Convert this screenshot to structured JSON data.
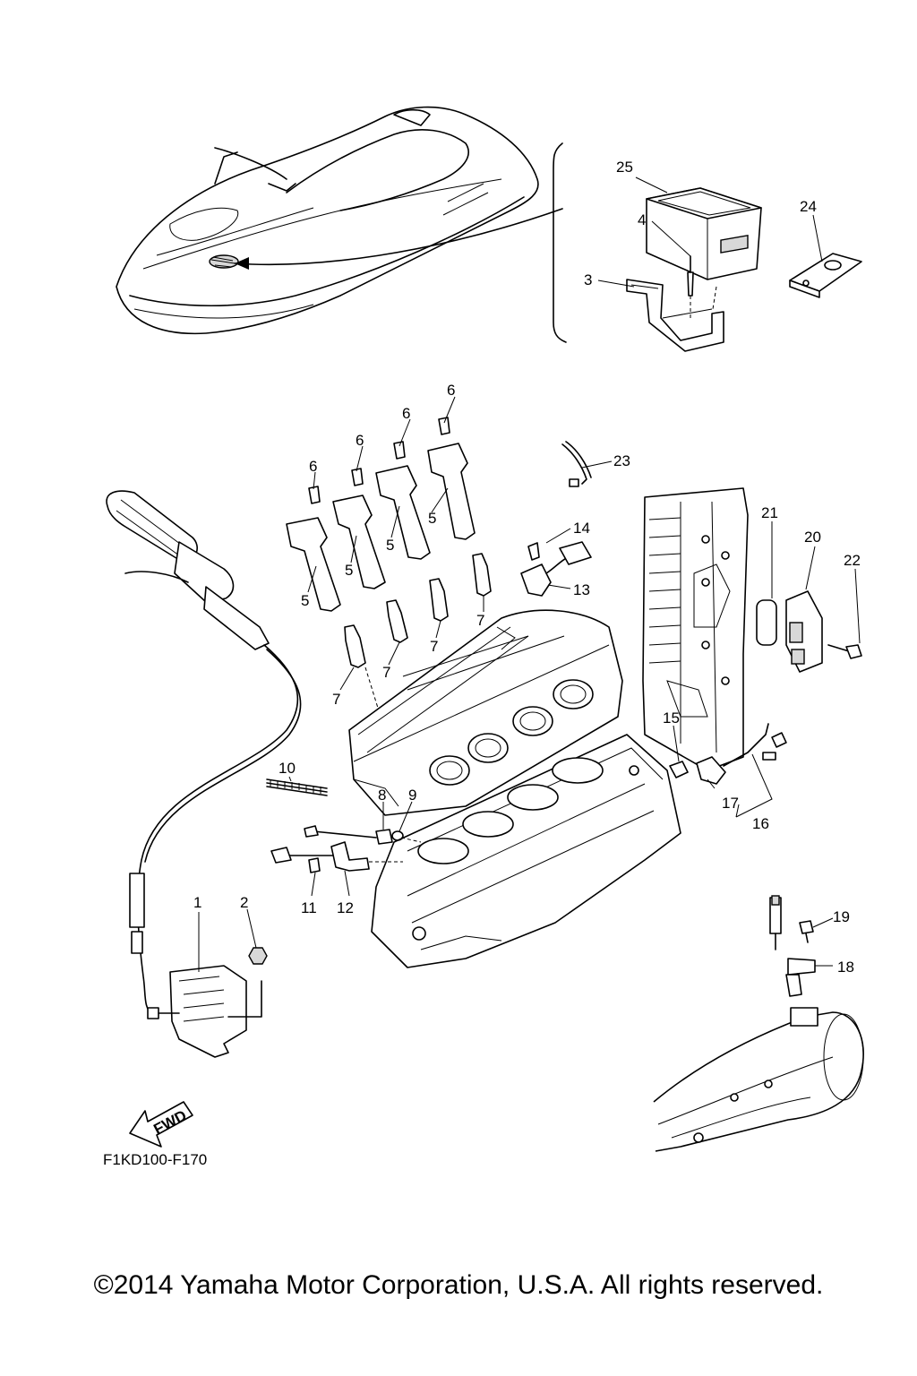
{
  "callouts": [
    {
      "id": "c1",
      "text": "1"
    },
    {
      "id": "c2",
      "text": "2"
    },
    {
      "id": "c3",
      "text": "3"
    },
    {
      "id": "c4",
      "text": "4"
    },
    {
      "id": "c5a",
      "text": "5"
    },
    {
      "id": "c5b",
      "text": "5"
    },
    {
      "id": "c5c",
      "text": "5"
    },
    {
      "id": "c5d",
      "text": "5"
    },
    {
      "id": "c6a",
      "text": "6"
    },
    {
      "id": "c6b",
      "text": "6"
    },
    {
      "id": "c6c",
      "text": "6"
    },
    {
      "id": "c6d",
      "text": "6"
    },
    {
      "id": "c7a",
      "text": "7"
    },
    {
      "id": "c7b",
      "text": "7"
    },
    {
      "id": "c7c",
      "text": "7"
    },
    {
      "id": "c7d",
      "text": "7"
    },
    {
      "id": "c8",
      "text": "8"
    },
    {
      "id": "c9",
      "text": "9"
    },
    {
      "id": "c10",
      "text": "10"
    },
    {
      "id": "c11",
      "text": "11"
    },
    {
      "id": "c12",
      "text": "12"
    },
    {
      "id": "c13",
      "text": "13"
    },
    {
      "id": "c14",
      "text": "14"
    },
    {
      "id": "c15",
      "text": "15"
    },
    {
      "id": "c16",
      "text": "16"
    },
    {
      "id": "c17",
      "text": "17"
    },
    {
      "id": "c18",
      "text": "18"
    },
    {
      "id": "c19",
      "text": "19"
    },
    {
      "id": "c20",
      "text": "20"
    },
    {
      "id": "c21",
      "text": "21"
    },
    {
      "id": "c22",
      "text": "22"
    },
    {
      "id": "c23",
      "text": "23"
    },
    {
      "id": "c24",
      "text": "24"
    },
    {
      "id": "c25",
      "text": "25"
    }
  ],
  "fwd_label": "FWD",
  "diagram_code": "F1KD100-F170",
  "copyright": "©2014 Yamaha Motor Corporation, U.S.A. All rights reserved."
}
